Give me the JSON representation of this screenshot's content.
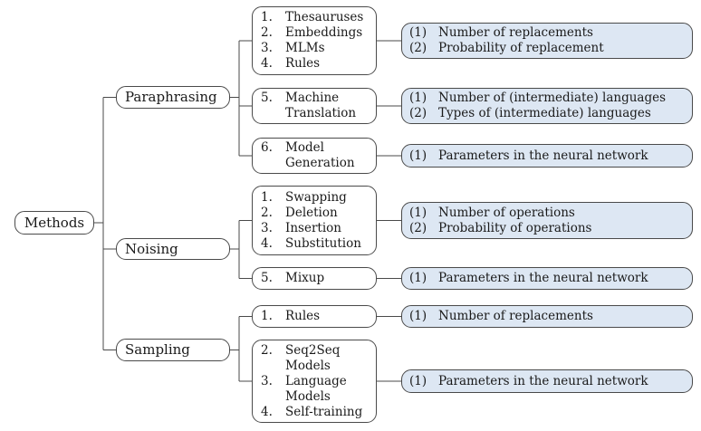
{
  "meta": {
    "title": "Data augmentation methods taxonomy",
    "colors": {
      "attr_box_fill": "#dde7f3",
      "box_border": "#4a4a4a",
      "background": "#ffffff",
      "text": "#1a1a1a"
    }
  },
  "tree": {
    "root_label": "Methods",
    "branches": [
      {
        "label": "Paraphrasing",
        "children": [
          {
            "items": [
              {
                "num": "1.",
                "text": "Thesauruses"
              },
              {
                "num": "2.",
                "text": "Embeddings"
              },
              {
                "num": "3.",
                "text": "MLMs"
              },
              {
                "num": "4.",
                "text": "Rules"
              }
            ],
            "attributes": [
              {
                "num": "(1)",
                "text": "Number of replacements"
              },
              {
                "num": "(2)",
                "text": "Probability of replacement"
              }
            ]
          },
          {
            "items": [
              {
                "num": "5.",
                "text": "Machine Translation"
              }
            ],
            "attributes": [
              {
                "num": "(1)",
                "text": "Number of (intermediate) languages"
              },
              {
                "num": "(2)",
                "text": "Types of (intermediate) languages"
              }
            ]
          },
          {
            "items": [
              {
                "num": "6.",
                "text": "Model Generation"
              }
            ],
            "attributes": [
              {
                "num": "(1)",
                "text": "Parameters in the neural network"
              }
            ]
          }
        ]
      },
      {
        "label": "Noising",
        "children": [
          {
            "items": [
              {
                "num": "1.",
                "text": "Swapping"
              },
              {
                "num": "2.",
                "text": "Deletion"
              },
              {
                "num": "3.",
                "text": "Insertion"
              },
              {
                "num": "4.",
                "text": "Substitution"
              }
            ],
            "attributes": [
              {
                "num": "(1)",
                "text": "Number of operations"
              },
              {
                "num": "(2)",
                "text": "Probability of operations"
              }
            ]
          },
          {
            "items": [
              {
                "num": "5.",
                "text": "Mixup"
              }
            ],
            "attributes": [
              {
                "num": "(1)",
                "text": "Parameters in the neural network"
              }
            ]
          }
        ]
      },
      {
        "label": "Sampling",
        "children": [
          {
            "items": [
              {
                "num": "1.",
                "text": "Rules"
              }
            ],
            "attributes": [
              {
                "num": "(1)",
                "text": "Number of replacements"
              }
            ]
          },
          {
            "items": [
              {
                "num": "2.",
                "text": "Seq2Seq Models"
              },
              {
                "num": "3.",
                "text": "Language Models"
              },
              {
                "num": "4.",
                "text": "Self-training"
              }
            ],
            "attributes": [
              {
                "num": "(1)",
                "text": "Parameters in the neural network"
              }
            ]
          }
        ]
      }
    ]
  }
}
